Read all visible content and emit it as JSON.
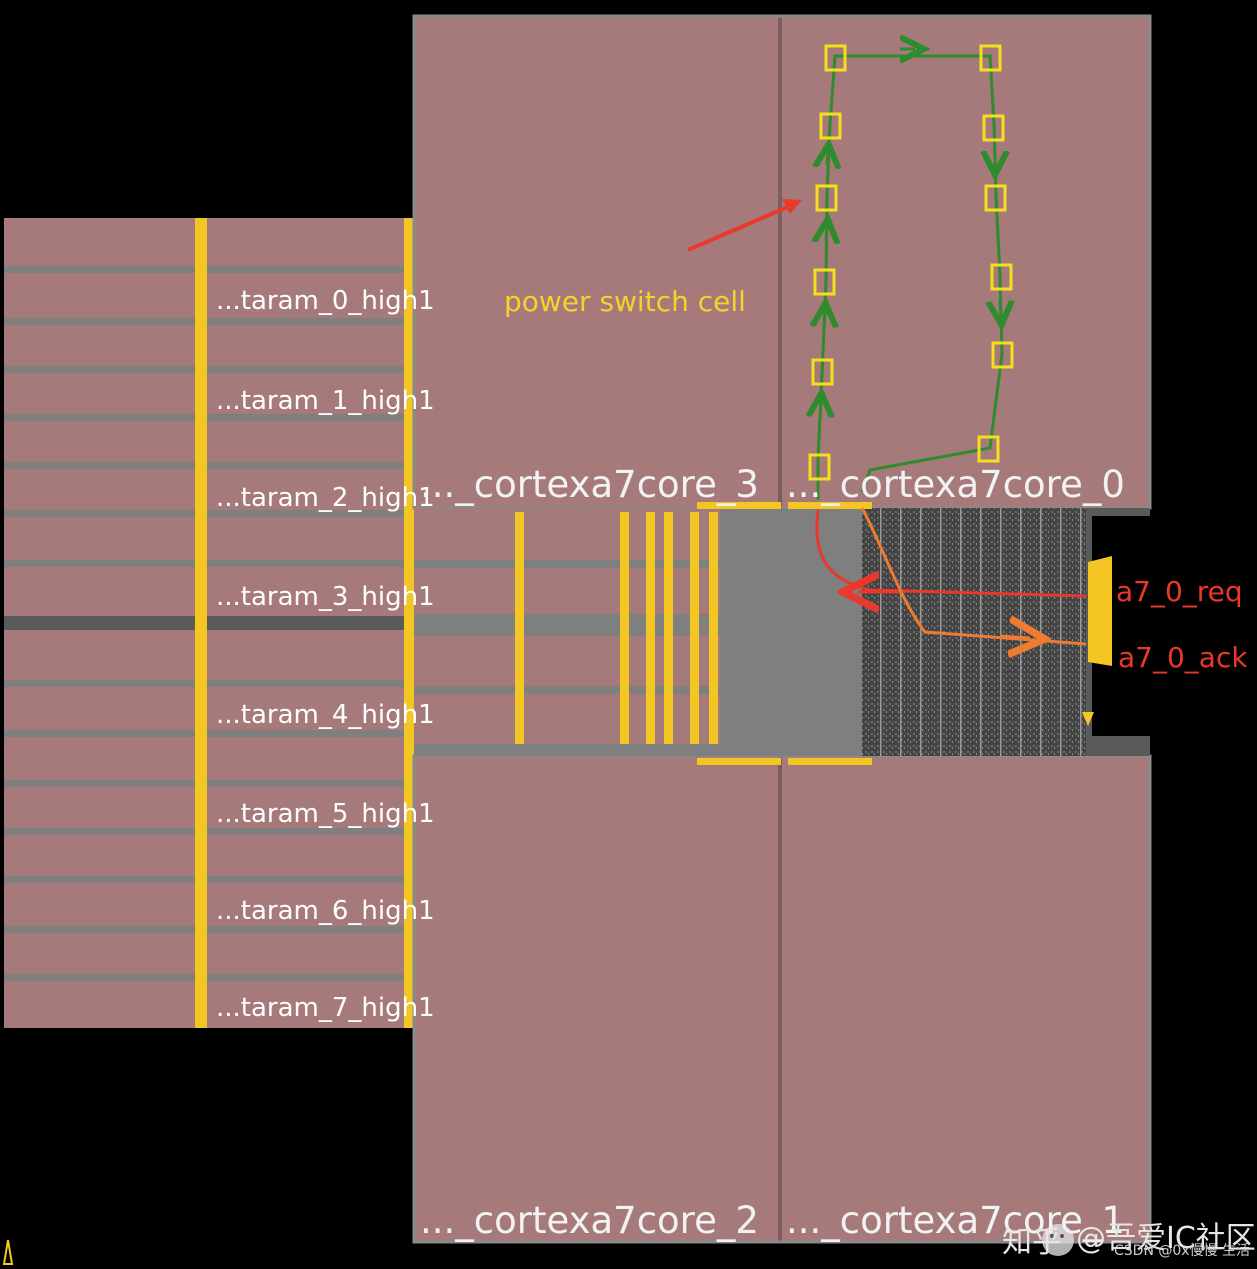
{
  "sram_labels": [
    "...taram_0_high1",
    "...taram_1_high1",
    "...taram_2_high1",
    "...taram_3_high1",
    "...taram_4_high1",
    "...taram_5_high1",
    "...taram_6_high1",
    "...taram_7_high1"
  ],
  "cores": {
    "core_3": "..._cortexa7core_3",
    "core_0": "..._cortexa7core_0",
    "core_2": "..._cortexa7core_2",
    "core_1": "..._cortexa7core_1"
  },
  "annotations": {
    "power_switch_cell": "power switch cell",
    "req_signal": "a7_0_req",
    "ack_signal": "a7_0_ack"
  },
  "watermark": {
    "platform": "知乎",
    "author": "@吾爱IC社区",
    "csdn": "CSDN @0x慢慢 生活"
  },
  "colors": {
    "background": "#000000",
    "macro_fill": "#a67a7a",
    "channel_gray": "#7f7f7f",
    "power_rail_yellow": "#f3c623",
    "switch_chain_green": "#2e8b2e",
    "req_arrow_red": "#e8392c",
    "ack_arrow_orange": "#ef7a32"
  }
}
